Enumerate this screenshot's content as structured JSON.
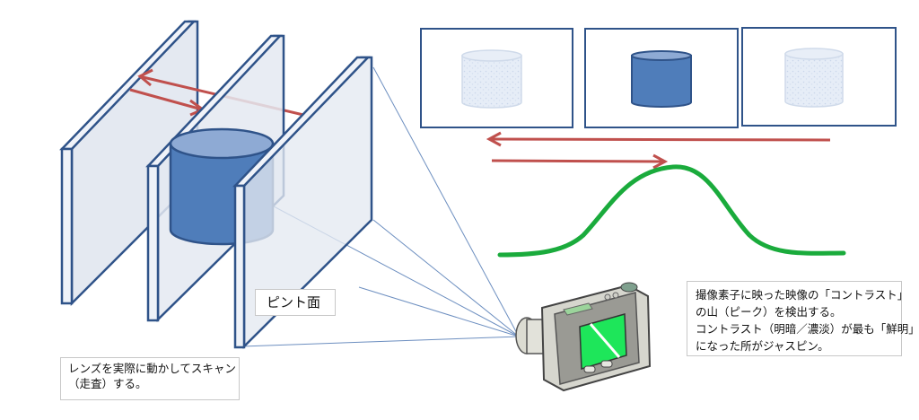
{
  "labels": {
    "focus_plane": "ピント面",
    "scan_note": [
      "レンズを実際に動かしてスキャン",
      "（走査）する。"
    ],
    "contrast_note": [
      "撮像素子に映った映像の「コントラスト」",
      "の山（ピーク）を検出する。",
      "コントラスト（明暗／濃淡）が最も「鮮明」",
      "になった所がジャスピン。"
    ]
  },
  "colors": {
    "plane_fill": "#e4e9f1",
    "plane_edge": "#2f5389",
    "cylinder_fill": "#4f7dba",
    "cylinder_top": "#8eaad4",
    "arrow": "#c0504d",
    "curve": "#1aab3c",
    "camera_body": "#d8d8d0",
    "camera_screen": "#1ee65a"
  },
  "frames": [
    {
      "name": "frame-near",
      "state": "blurred"
    },
    {
      "name": "frame-focus",
      "state": "sharp"
    },
    {
      "name": "frame-far",
      "state": "blurred"
    }
  ]
}
